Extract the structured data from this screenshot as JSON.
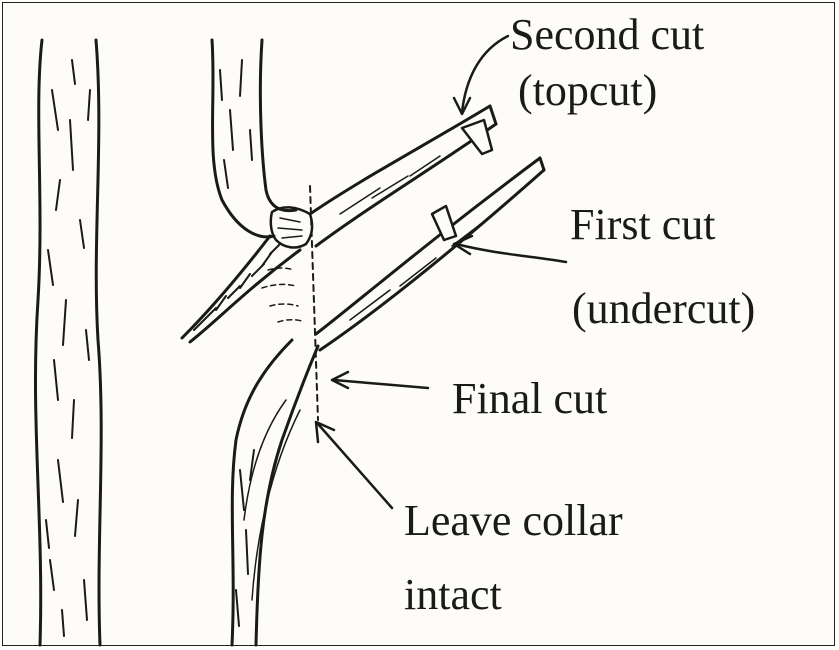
{
  "labels": {
    "second_cut": "Second cut",
    "second_cut_note": "(topcut)",
    "first_cut": "First cut",
    "first_cut_note": "(undercut)",
    "final_cut": "Final cut",
    "collar_line1": "Leave collar",
    "collar_line2": "intact"
  },
  "colors": {
    "ink": "#1a1a1a",
    "paper": "#fdfcf8"
  }
}
